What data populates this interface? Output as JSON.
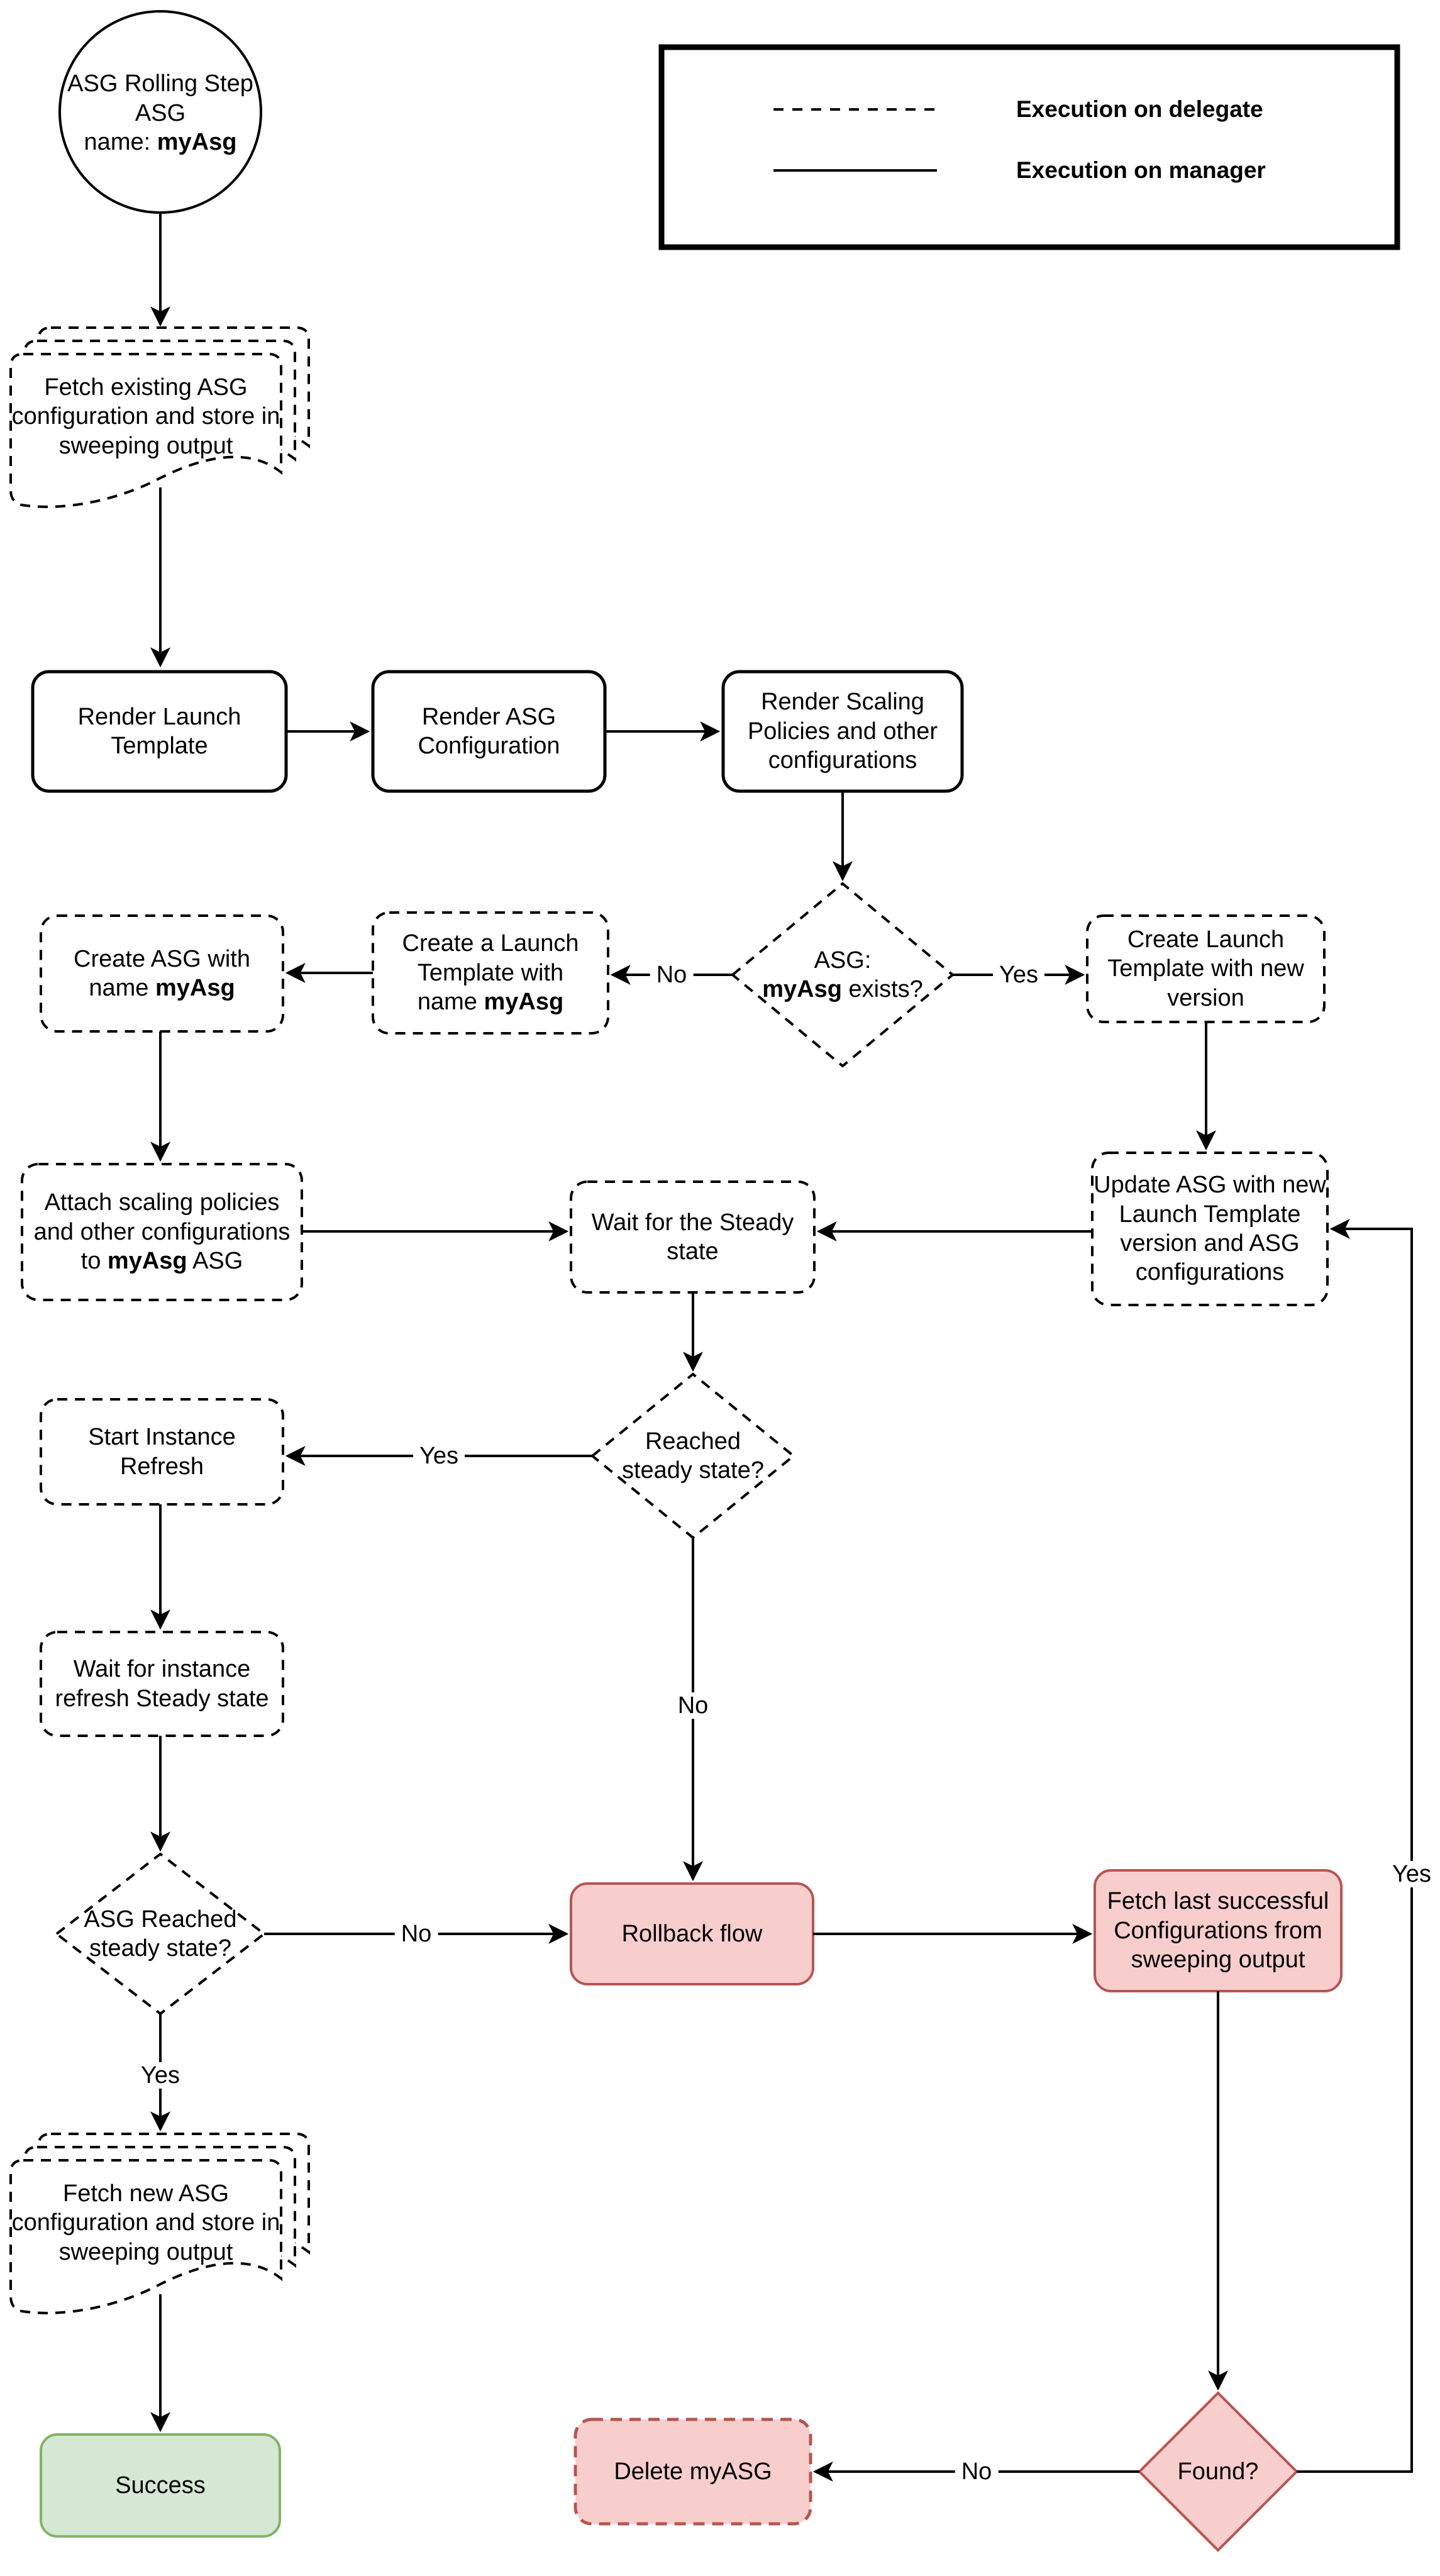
{
  "colors": {
    "red_fill": "#f8cecc",
    "red_border": "#b85450",
    "green_fill": "#d5e8d4",
    "green_border": "#82b366",
    "line": "#000000"
  },
  "legend": {
    "delegate": "Execution on delegate",
    "manager": "Execution on manager"
  },
  "nodes": {
    "start": {
      "line1": "ASG Rolling Step",
      "line2": "ASG",
      "name_prefix": "name: ",
      "name_value": "myAsg"
    },
    "fetch_existing": {
      "label": "Fetch existing ASG configuration and store in sweeping output"
    },
    "render_launch_template": {
      "label": "Render Launch Template"
    },
    "render_asg_config": {
      "label": "Render ASG Configuration"
    },
    "render_scaling": {
      "label": "Render Scaling Policies and other configurations"
    },
    "asg_exists": {
      "line1": "ASG:",
      "bold": "myAsg",
      "suffix": " exists?"
    },
    "create_lt_named": {
      "prefix": "Create a Launch Template with name ",
      "bold": "myAsg"
    },
    "create_asg": {
      "prefix": "Create ASG with name ",
      "bold": "myAsg"
    },
    "create_lt_new": {
      "label": "Create Launch Template with new version"
    },
    "attach": {
      "prefix": "Attach scaling policies and other configurations to ",
      "bold": "myAsg",
      "suffix": " ASG"
    },
    "wait_steady": {
      "label": "Wait for the Steady state"
    },
    "update_asg": {
      "label": "Update ASG with new Launch Template version and ASG configurations"
    },
    "reached_steady": {
      "label": "Reached steady state?"
    },
    "start_refresh": {
      "label": "Start Instance Refresh"
    },
    "wait_refresh": {
      "label": "Wait for instance refresh Steady state"
    },
    "asg_reached": {
      "label": "ASG Reached steady state?"
    },
    "rollback": {
      "label": "Rollback flow"
    },
    "fetch_last": {
      "label": "Fetch last successful Configurations from sweeping output"
    },
    "fetch_new": {
      "label": "Fetch new ASG configuration and store in sweeping output"
    },
    "success": {
      "label": "Success"
    },
    "delete_asg": {
      "label": "Delete myASG"
    },
    "found": {
      "label": "Found?"
    }
  },
  "edge_labels": {
    "exists_no": "No",
    "exists_yes": "Yes",
    "reached_yes": "Yes",
    "reached_no": "No",
    "asg_reached_no": "No",
    "asg_reached_yes": "Yes",
    "found_no": "No",
    "found_yes": "Yes"
  }
}
